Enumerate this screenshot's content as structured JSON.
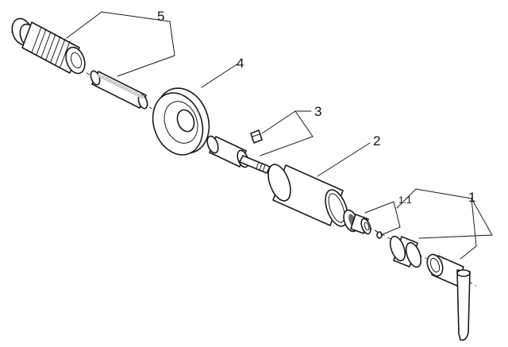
{
  "diagram": {
    "callouts": [
      {
        "id": "5",
        "text": "5"
      },
      {
        "id": "4",
        "text": "4"
      },
      {
        "id": "3",
        "text": "3"
      },
      {
        "id": "2",
        "text": "2"
      },
      {
        "id": "1",
        "text": "1"
      },
      {
        "id": "1.1",
        "text": "1.1"
      }
    ]
  }
}
